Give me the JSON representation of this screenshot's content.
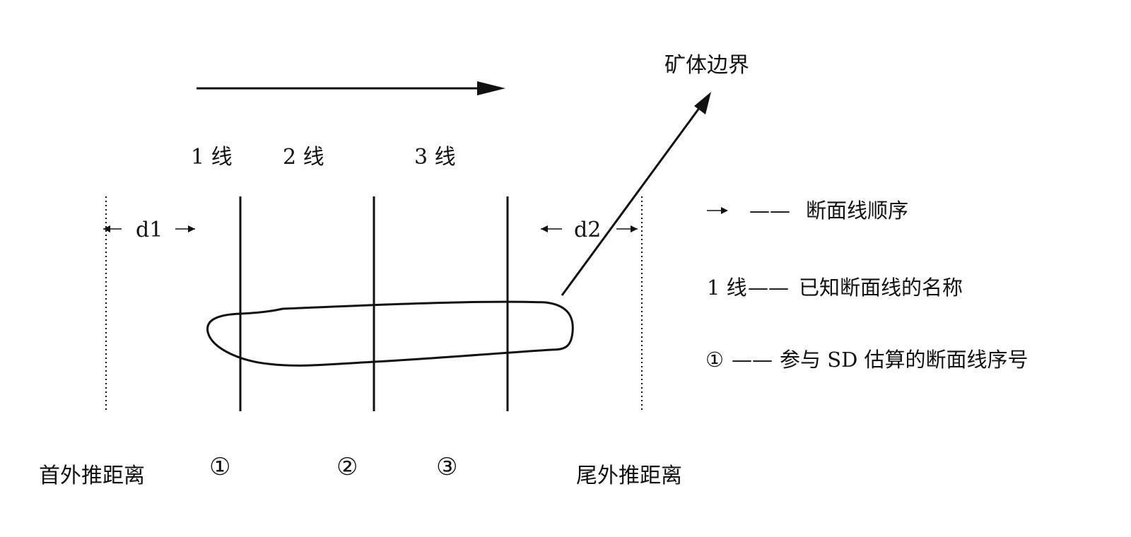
{
  "diagram": {
    "section_lines": [
      {
        "label": "1 线",
        "seq": "①"
      },
      {
        "label": "2 线",
        "seq": "②"
      },
      {
        "label": "3 线",
        "seq": "③"
      }
    ],
    "extrapolation": {
      "head_distance_label": "d1",
      "tail_distance_label": "d2",
      "head_caption": "首外推距离",
      "tail_caption": "尾外推距离"
    },
    "ore_body_label": "矿体边界",
    "legend": [
      {
        "symbol": "→",
        "separator": "——",
        "text": "断面线顺序"
      },
      {
        "symbol": "1 线",
        "separator": "——",
        "text": "已知断面线的名称"
      },
      {
        "symbol": "①",
        "separator": "——",
        "text": "参与 SD 估算的断面线序号"
      }
    ],
    "colors": {
      "ink": "#111111",
      "background": "#ffffff"
    }
  }
}
